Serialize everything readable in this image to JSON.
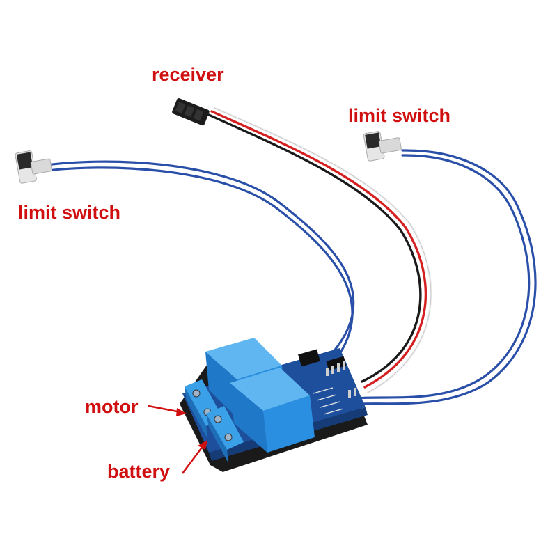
{
  "labels": {
    "receiver": "receiver",
    "limit_switch_right": "limit switch",
    "limit_switch_left": "limit switch",
    "motor": "motor",
    "battery": "battery"
  },
  "colors": {
    "label_text": "#d01010",
    "wire_blue": "#2a4fa8",
    "wire_red": "#d42020",
    "wire_black": "#1a1a1a",
    "wire_white": "#f2f2f2",
    "relay_blue": "#2a8fe0",
    "terminal_blue": "#3aa0e8",
    "pcb_blue": "#1e4f9c"
  },
  "icons": {
    "arrow": "arrow-icon",
    "limit_switch": "limit-switch-icon",
    "servo_connector": "servo-connector-icon",
    "relay": "relay-icon"
  }
}
